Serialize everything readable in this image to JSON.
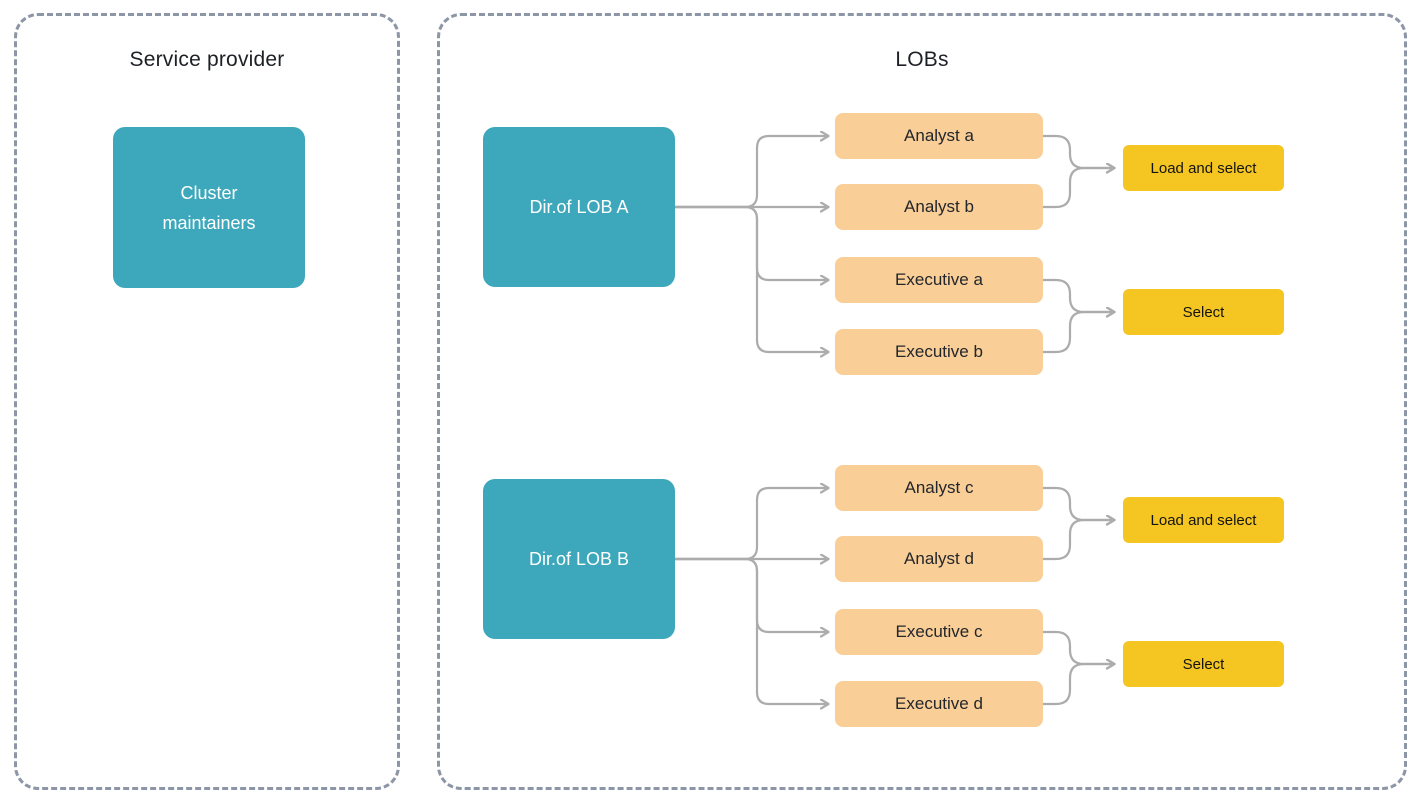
{
  "service_provider": {
    "title": "Service provider",
    "node": {
      "label": "Cluster maintainers"
    }
  },
  "lobs": {
    "title": "LOBs",
    "groups": [
      {
        "director": {
          "label": "Dir.of LOB A"
        },
        "staff": [
          {
            "label": "Analyst a"
          },
          {
            "label": "Analyst b"
          },
          {
            "label": "Executive a"
          },
          {
            "label": "Executive b"
          }
        ],
        "outcomes": [
          {
            "label": "Load and select"
          },
          {
            "label": "Select"
          }
        ]
      },
      {
        "director": {
          "label": "Dir.of LOB B"
        },
        "staff": [
          {
            "label": "Analyst c"
          },
          {
            "label": "Analyst d"
          },
          {
            "label": "Executive c"
          },
          {
            "label": "Executive d"
          }
        ],
        "outcomes": [
          {
            "label": "Load and select"
          },
          {
            "label": "Select"
          }
        ]
      }
    ]
  },
  "colors": {
    "teal_node": "#3DA8BB",
    "orange_node": "#F9CE97",
    "yellow_node": "#F5C521",
    "connector_line": "#ACACAC",
    "panel_border": "#8C96A6",
    "title_text": "#1D2025"
  }
}
